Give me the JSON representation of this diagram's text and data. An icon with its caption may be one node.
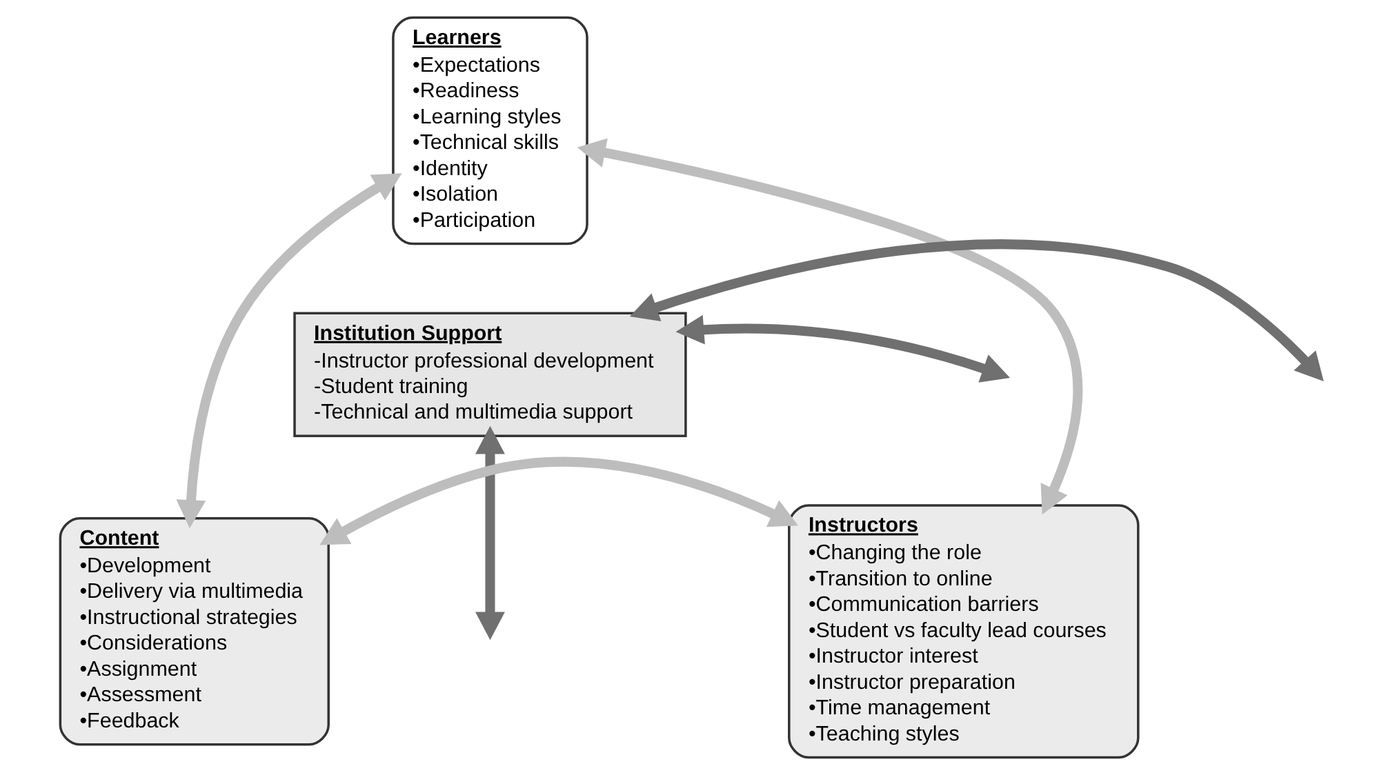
{
  "diagram": {
    "nodes": [
      {
        "text": [
          "Learners",
          "•Expectations",
          "•Readiness",
          "•Learning styles",
          "•Technical skills",
          "•Identity",
          "•Isolation",
          "•Participation"
        ]
      },
      {
        "text": [
          "Institution Support",
          "-Instructor professional development",
          "-Student training",
          "-Technical and multimedia support"
        ]
      },
      {
        "text": [
          "Content",
          "•Development",
          "•Delivery via multimedia",
          "•Instructional strategies",
          "•Considerations",
          "•Assignment",
          "•Assessment",
          "•Feedback"
        ]
      },
      {
        "text": [
          "Instructors",
          "•Changing the role",
          "•Transition to online",
          "•Communication barriers",
          "•Student vs faculty lead courses",
          "•Instructor interest",
          "•Instructor preparation",
          "•Time management",
          "•Teaching styles"
        ]
      }
    ],
    "edges": [
      {
        "from": 0,
        "to": 2,
        "arrow": "both"
      },
      {
        "from": 0,
        "to": 3,
        "arrow": "both"
      },
      {
        "from": 1,
        "to": null,
        "arrow": "both",
        "color": "#707070"
      },
      {
        "from": 1,
        "to": null,
        "arrow": "both",
        "color": "#707070"
      },
      {
        "from": 1,
        "to": null,
        "arrow": "both",
        "color": "#707070"
      },
      {
        "from": 2,
        "to": 3,
        "arrow": "both"
      }
    ]
  }
}
